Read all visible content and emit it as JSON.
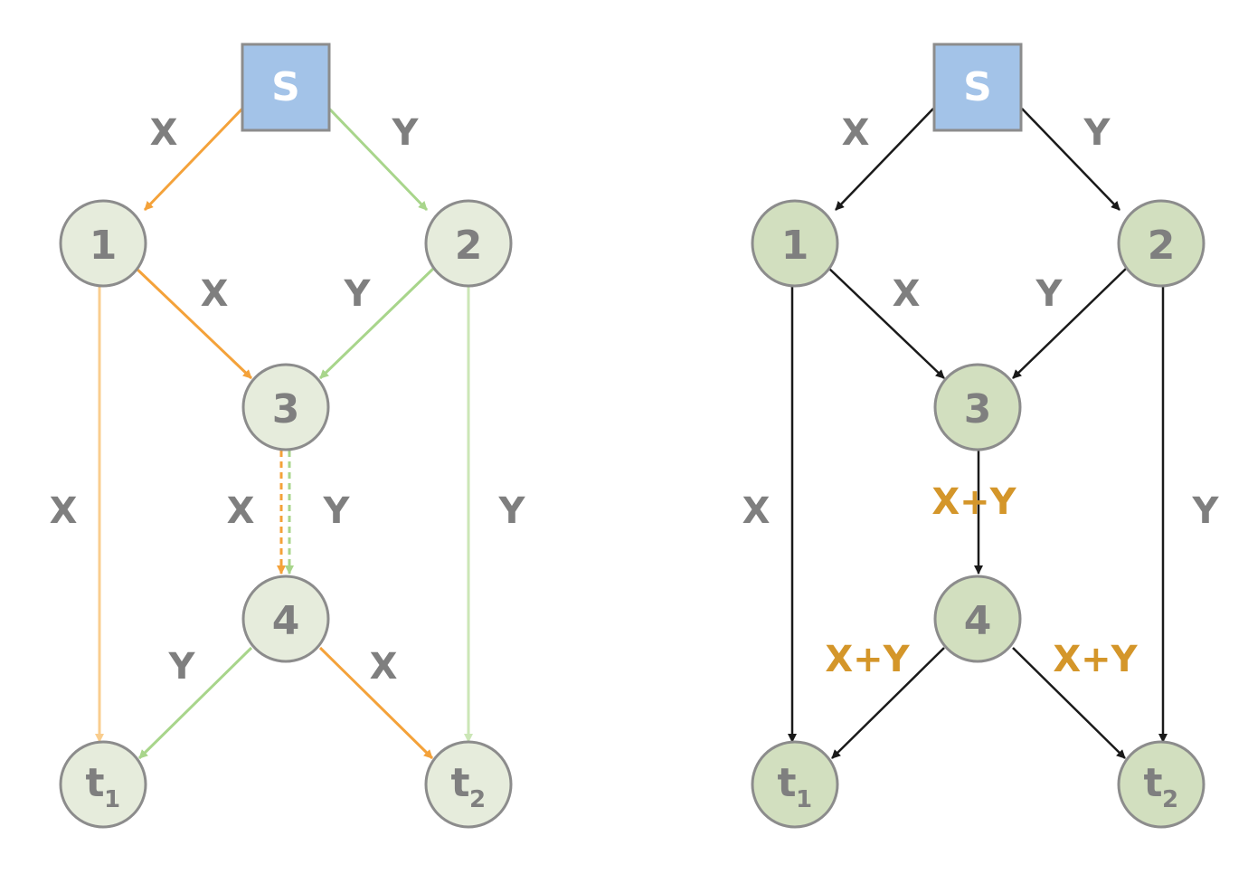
{
  "colors": {
    "source_fill": "#a3c3e8",
    "node_fill_left": "#e6ecdc",
    "node_fill_right": "#d2dfbf",
    "node_stroke": "#8c8c8c",
    "orange": "#f4a23a",
    "light_orange": "#f9cd8e",
    "green": "#a8d58b",
    "light_green": "#cbe6b6",
    "black": "#1a1a1a",
    "label_gray": "#7f7f7f",
    "label_gold": "#d4962a"
  },
  "nodes": {
    "s": "S",
    "n1": "1",
    "n2": "2",
    "n3": "3",
    "n4": "4",
    "t1": "t",
    "t1_sub": "1",
    "t2": "t",
    "t2_sub": "2"
  },
  "left": {
    "edge_s_1": "X",
    "edge_s_2": "Y",
    "edge_1_3": "X",
    "edge_2_3": "Y",
    "edge_1_t1": "X",
    "edge_2_t2": "Y",
    "edge_3_4_x": "X",
    "edge_3_4_y": "Y",
    "edge_4_t1": "Y",
    "edge_4_t2": "X"
  },
  "right": {
    "edge_s_1": "X",
    "edge_s_2": "Y",
    "edge_1_3": "X",
    "edge_2_3": "Y",
    "edge_1_t1": "X",
    "edge_2_t2": "Y",
    "edge_3_4": "X+Y",
    "edge_4_t1": "X+Y",
    "edge_4_t2": "X+Y"
  }
}
